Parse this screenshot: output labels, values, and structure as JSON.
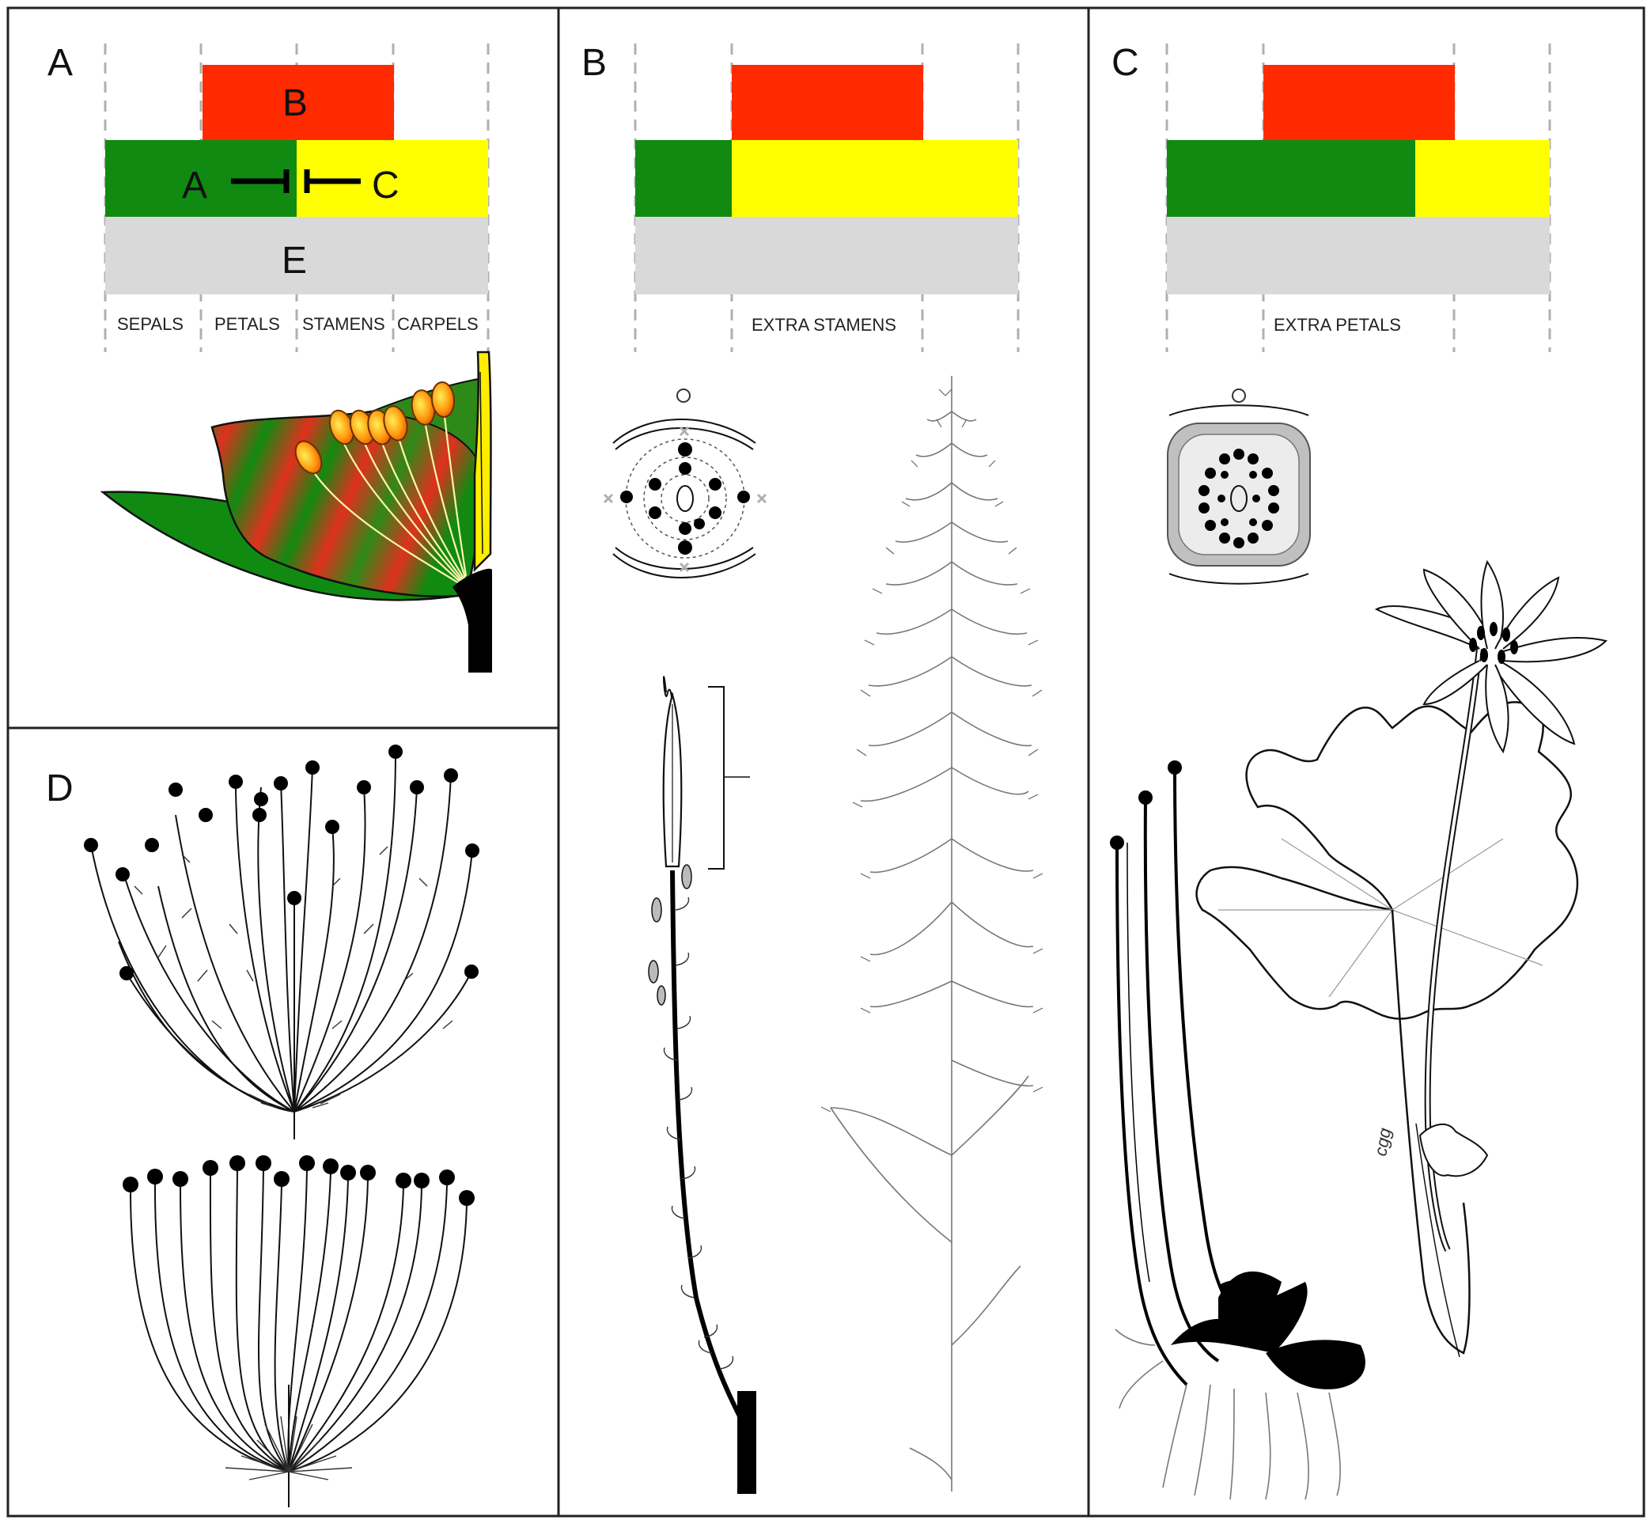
{
  "panels": {
    "a": {
      "letter": "A",
      "gene_labels": {
        "b": "B",
        "a": "A",
        "c": "C",
        "e": "E"
      },
      "organ_labels": [
        "SEPALS",
        "PETALS",
        "STAMENS",
        "CARPELS"
      ]
    },
    "b": {
      "letter": "B",
      "label": "EXTRA STAMENS"
    },
    "c": {
      "letter": "C",
      "label": "EXTRA PETALS"
    },
    "d": {
      "letter": "D"
    }
  },
  "signature": "cgg",
  "colors": {
    "class_a": "#118a11",
    "class_b": "#ff2a00",
    "class_c": "#ffff00",
    "class_e": "#d9d9d9",
    "border": "#222222"
  }
}
